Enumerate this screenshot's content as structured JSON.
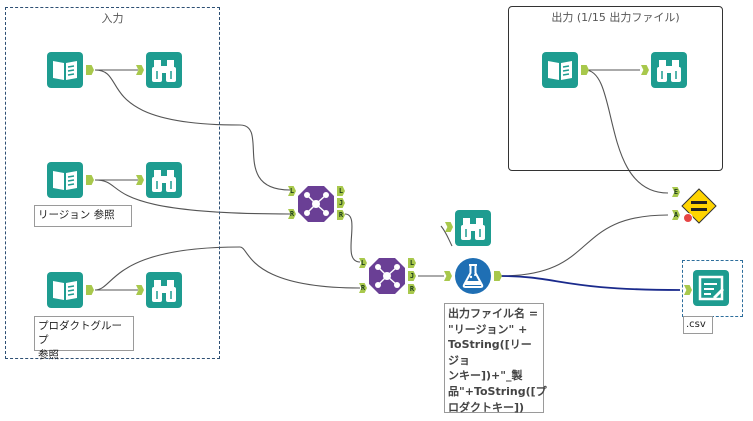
{
  "containers": {
    "input": {
      "title": "入力"
    },
    "output": {
      "title": "出力 (1/15 出力ファイル)"
    }
  },
  "annotations": {
    "region_ref": "リージョン 参照",
    "product_ref": "プロダクトグループ\n参照",
    "formula": "出力ファイル名 =\n\"リージョン\" +\nToString([リージョ\nンキー])+\"_製\n品\"+ToString([プ\nロダクトキー])",
    "output_file": ".csv"
  },
  "anchor_labels": {
    "left": "L",
    "right": "R",
    "join": "J",
    "expected": "E",
    "actual": "A"
  },
  "icons": {
    "input_data": "input-book-icon",
    "browse": "binoculars-icon",
    "join": "join-icon",
    "formula": "formula-flask-icon",
    "test": "test-equals-icon",
    "output_data": "output-data-icon"
  },
  "colors": {
    "input_tool": "#1e9c90",
    "browse_tool": "#1e9c90",
    "join_tool": "#6a3f95",
    "formula_tool": "#1f6fb4",
    "test_tool": "#ffd400",
    "output_tool": "#1e9c90",
    "anchor": "#a8c84c",
    "connection": "#555555",
    "selected_connection": "#1a2a8c",
    "container_border_input": "#2d4f73",
    "container_border_output": "#333333"
  }
}
